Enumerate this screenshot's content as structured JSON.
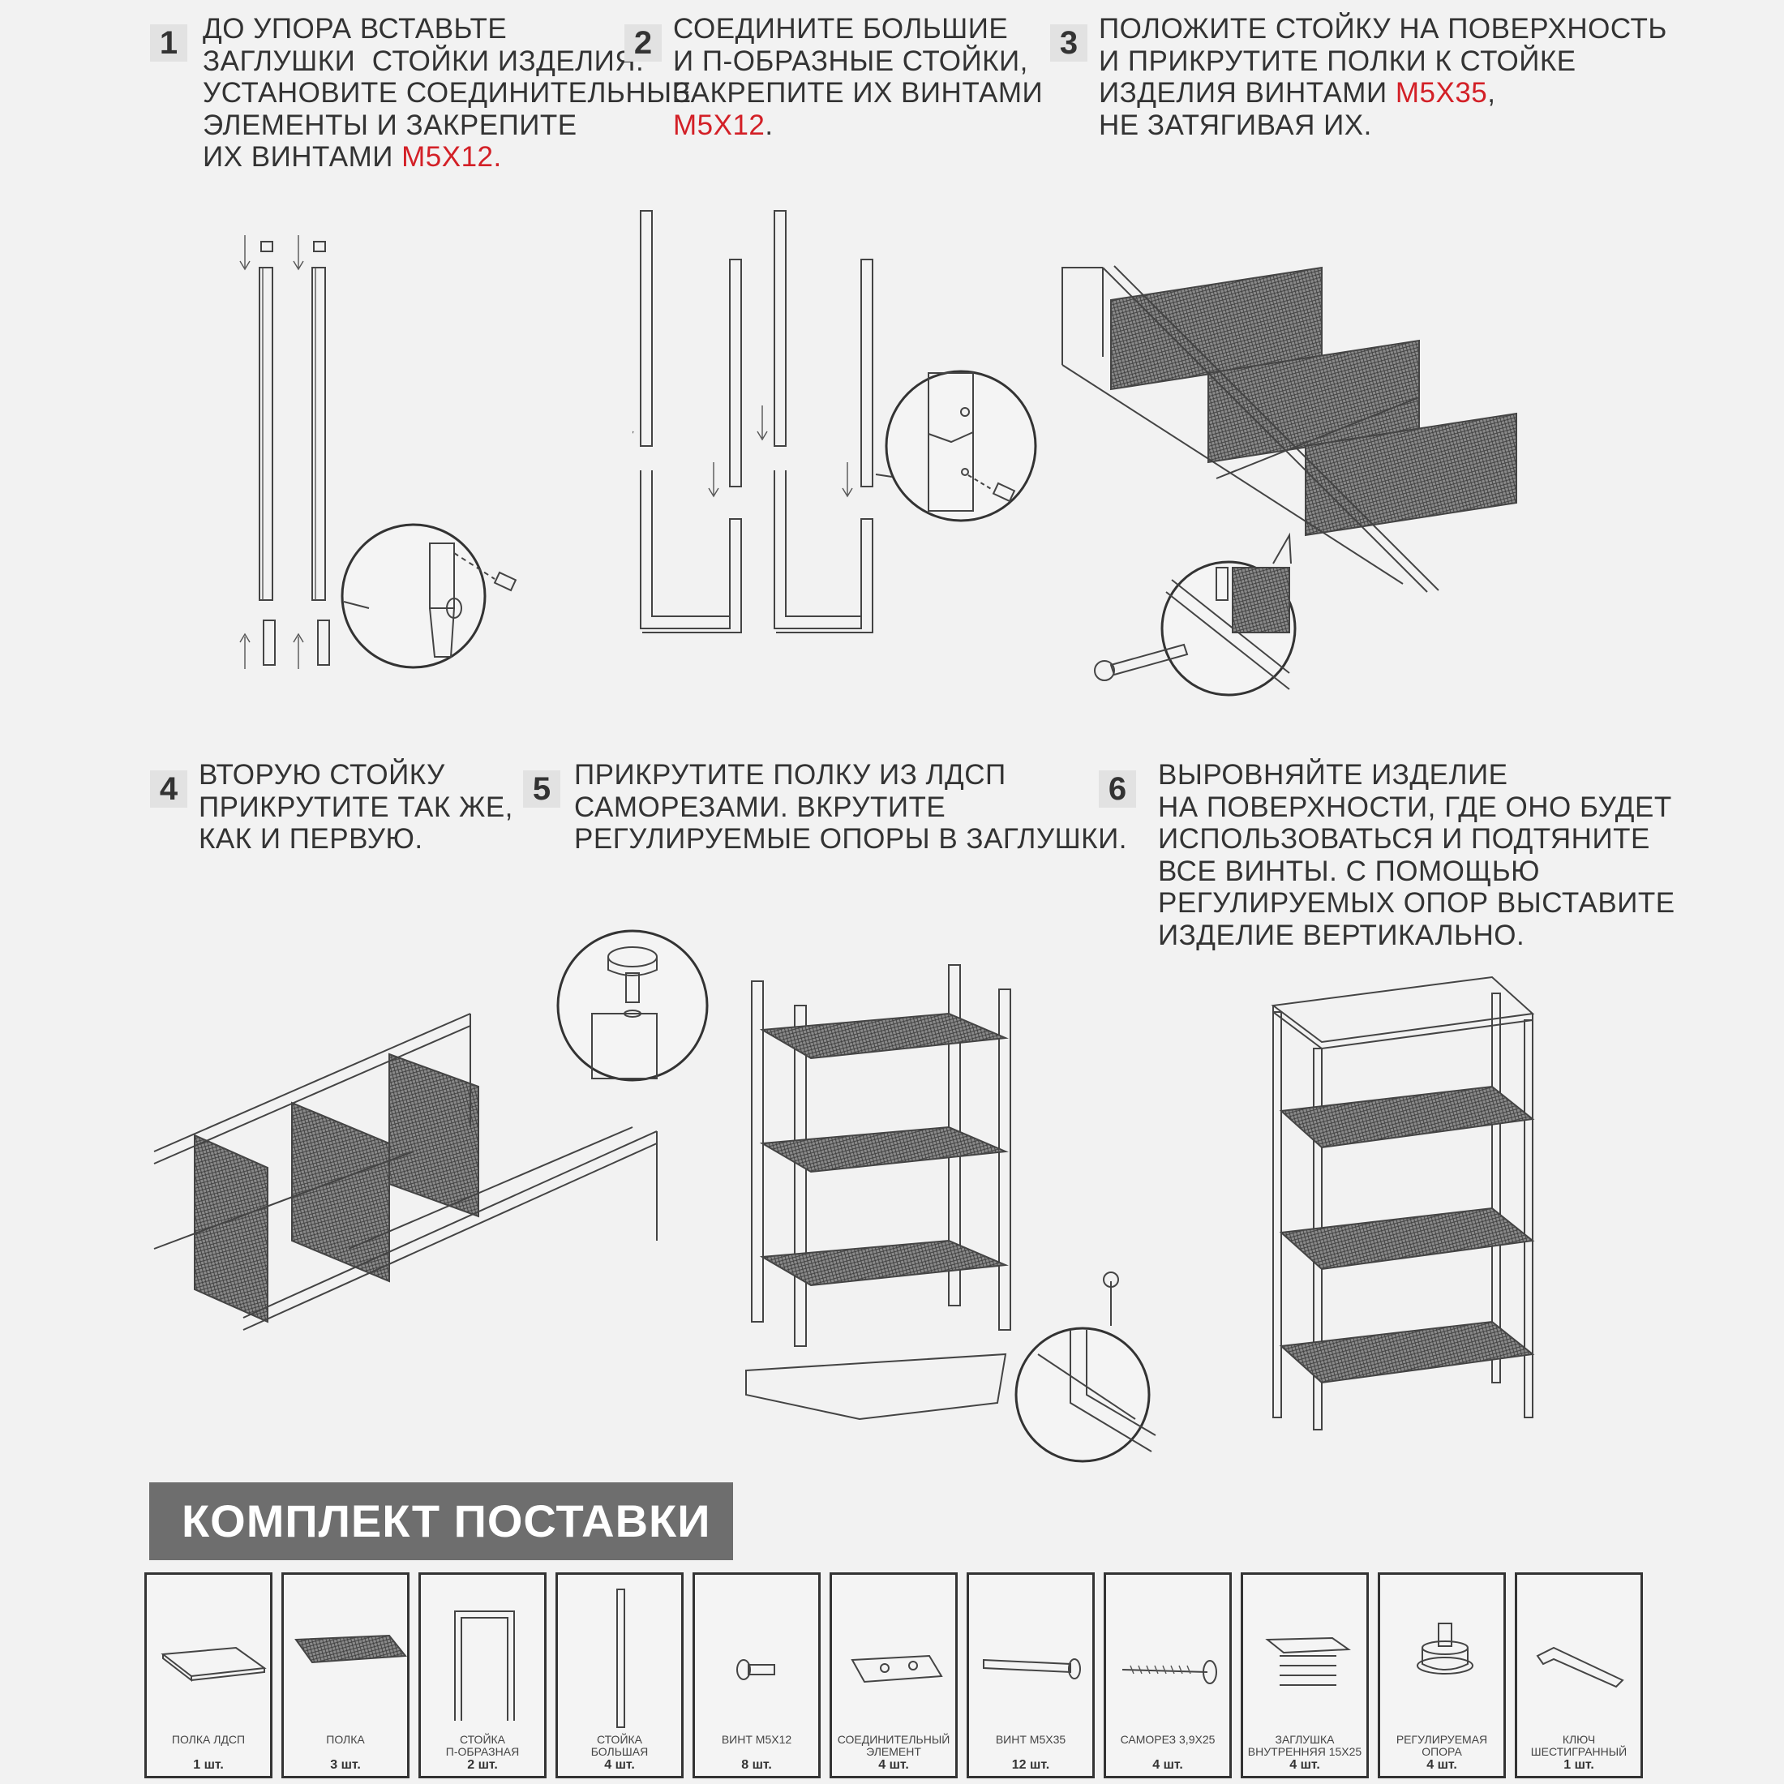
{
  "steps": [
    {
      "num": "1",
      "lines": [
        "ДО УПОРА ВСТАВЬТЕ",
        "ЗАГЛУШКИ  СТОЙКИ ИЗДЕЛИЯ.",
        "УСТАНОВИТЕ СОЕДИНИТЕЛЬНЫЕ",
        "ЭЛЕМЕНТЫ И ЗАКРЕПИТЕ"
      ],
      "last_prefix": "ИХ ВИНТАМИ ",
      "highlight": "M5X12.",
      "after": ""
    },
    {
      "num": "2",
      "lines": [
        "СОЕДИНИТЕ БОЛЬШИЕ",
        "И П-ОБРАЗНЫЕ СТОЙКИ,",
        "ЗАКРЕПИТЕ ИХ ВИНТАМИ"
      ],
      "last_prefix": "",
      "highlight": "M5X12",
      "after": "."
    },
    {
      "num": "3",
      "lines": [
        "ПОЛОЖИТЕ СТОЙКУ НА ПОВЕРХНОСТЬ",
        "И ПРИКРУТИТЕ ПОЛКИ К СТОЙКЕ"
      ],
      "last_prefix": "ИЗДЕЛИЯ ВИНТАМИ ",
      "highlight": "M5X35",
      "after": ",",
      "extra": "НЕ ЗАТЯГИВАЯ ИХ."
    },
    {
      "num": "4",
      "lines": [
        "ВТОРУЮ СТОЙКУ",
        "ПРИКРУТИТЕ ТАК ЖЕ,",
        "КАК И ПЕРВУЮ."
      ]
    },
    {
      "num": "5",
      "lines": [
        "ПРИКРУТИТЕ ПОЛКУ ИЗ ЛДСП",
        "САМОРЕЗАМИ. ВКРУТИТЕ",
        "РЕГУЛИРУЕМЫЕ ОПОРЫ В ЗАГЛУШКИ."
      ]
    },
    {
      "num": "6",
      "lines": [
        "ВЫРОВНЯЙТЕ ИЗДЕЛИЕ",
        "НА ПОВЕРХНОСТИ, ГДЕ ОНО БУДЕТ",
        "ИСПОЛЬЗОВАТЬСЯ И ПОДТЯНИТЕ",
        "ВСЕ ВИНТЫ. С ПОМОЩЬЮ",
        "РЕГУЛИРУЕМЫХ ОПОР ВЫСТАВИТЕ",
        "ИЗДЕЛИЕ ВЕРТИКАЛЬНО."
      ]
    }
  ],
  "kit": {
    "title": "КОМПЛЕКТ ПОСТАВКИ",
    "items": [
      {
        "name": "ПОЛКА ЛДСП",
        "qty": "1 шт.",
        "icon": "board-icon"
      },
      {
        "name": "ПОЛКА",
        "qty": "3 шт.",
        "icon": "mesh-shelf-icon"
      },
      {
        "name": "СТОЙКА\nП-ОБРАЗНАЯ",
        "qty": "2 шт.",
        "icon": "u-frame-icon"
      },
      {
        "name": "СТОЙКА\nБОЛЬШАЯ",
        "qty": "4 шт.",
        "icon": "post-icon"
      },
      {
        "name": "ВИНТ M5x12",
        "qty": "8 шт.",
        "icon": "short-screw-icon"
      },
      {
        "name": "СОЕДИНИТЕЛЬНЫЙ\nЭЛЕМЕНТ",
        "qty": "4 шт.",
        "icon": "connector-icon"
      },
      {
        "name": "ВИНТ M5x35",
        "qty": "12 шт.",
        "icon": "long-screw-icon"
      },
      {
        "name": "САМОРЕЗ 3,9x25",
        "qty": "4 шт.",
        "icon": "self-tapping-screw-icon"
      },
      {
        "name": "ЗАГЛУШКА\nВНУТРЕННЯЯ 15x25",
        "qty": "4 шт.",
        "icon": "plug-icon"
      },
      {
        "name": "РЕГУЛИРУЕМАЯ\nОПОРА",
        "qty": "4 шт.",
        "icon": "adjustable-foot-icon"
      },
      {
        "name": "КЛЮЧ\nШЕСТИГРАННЫЙ",
        "qty": "1 шт.",
        "icon": "hex-key-icon"
      }
    ]
  },
  "colors": {
    "accent": "#d32027",
    "banner": "#6e6e6e",
    "background": "#f2f2f2"
  }
}
